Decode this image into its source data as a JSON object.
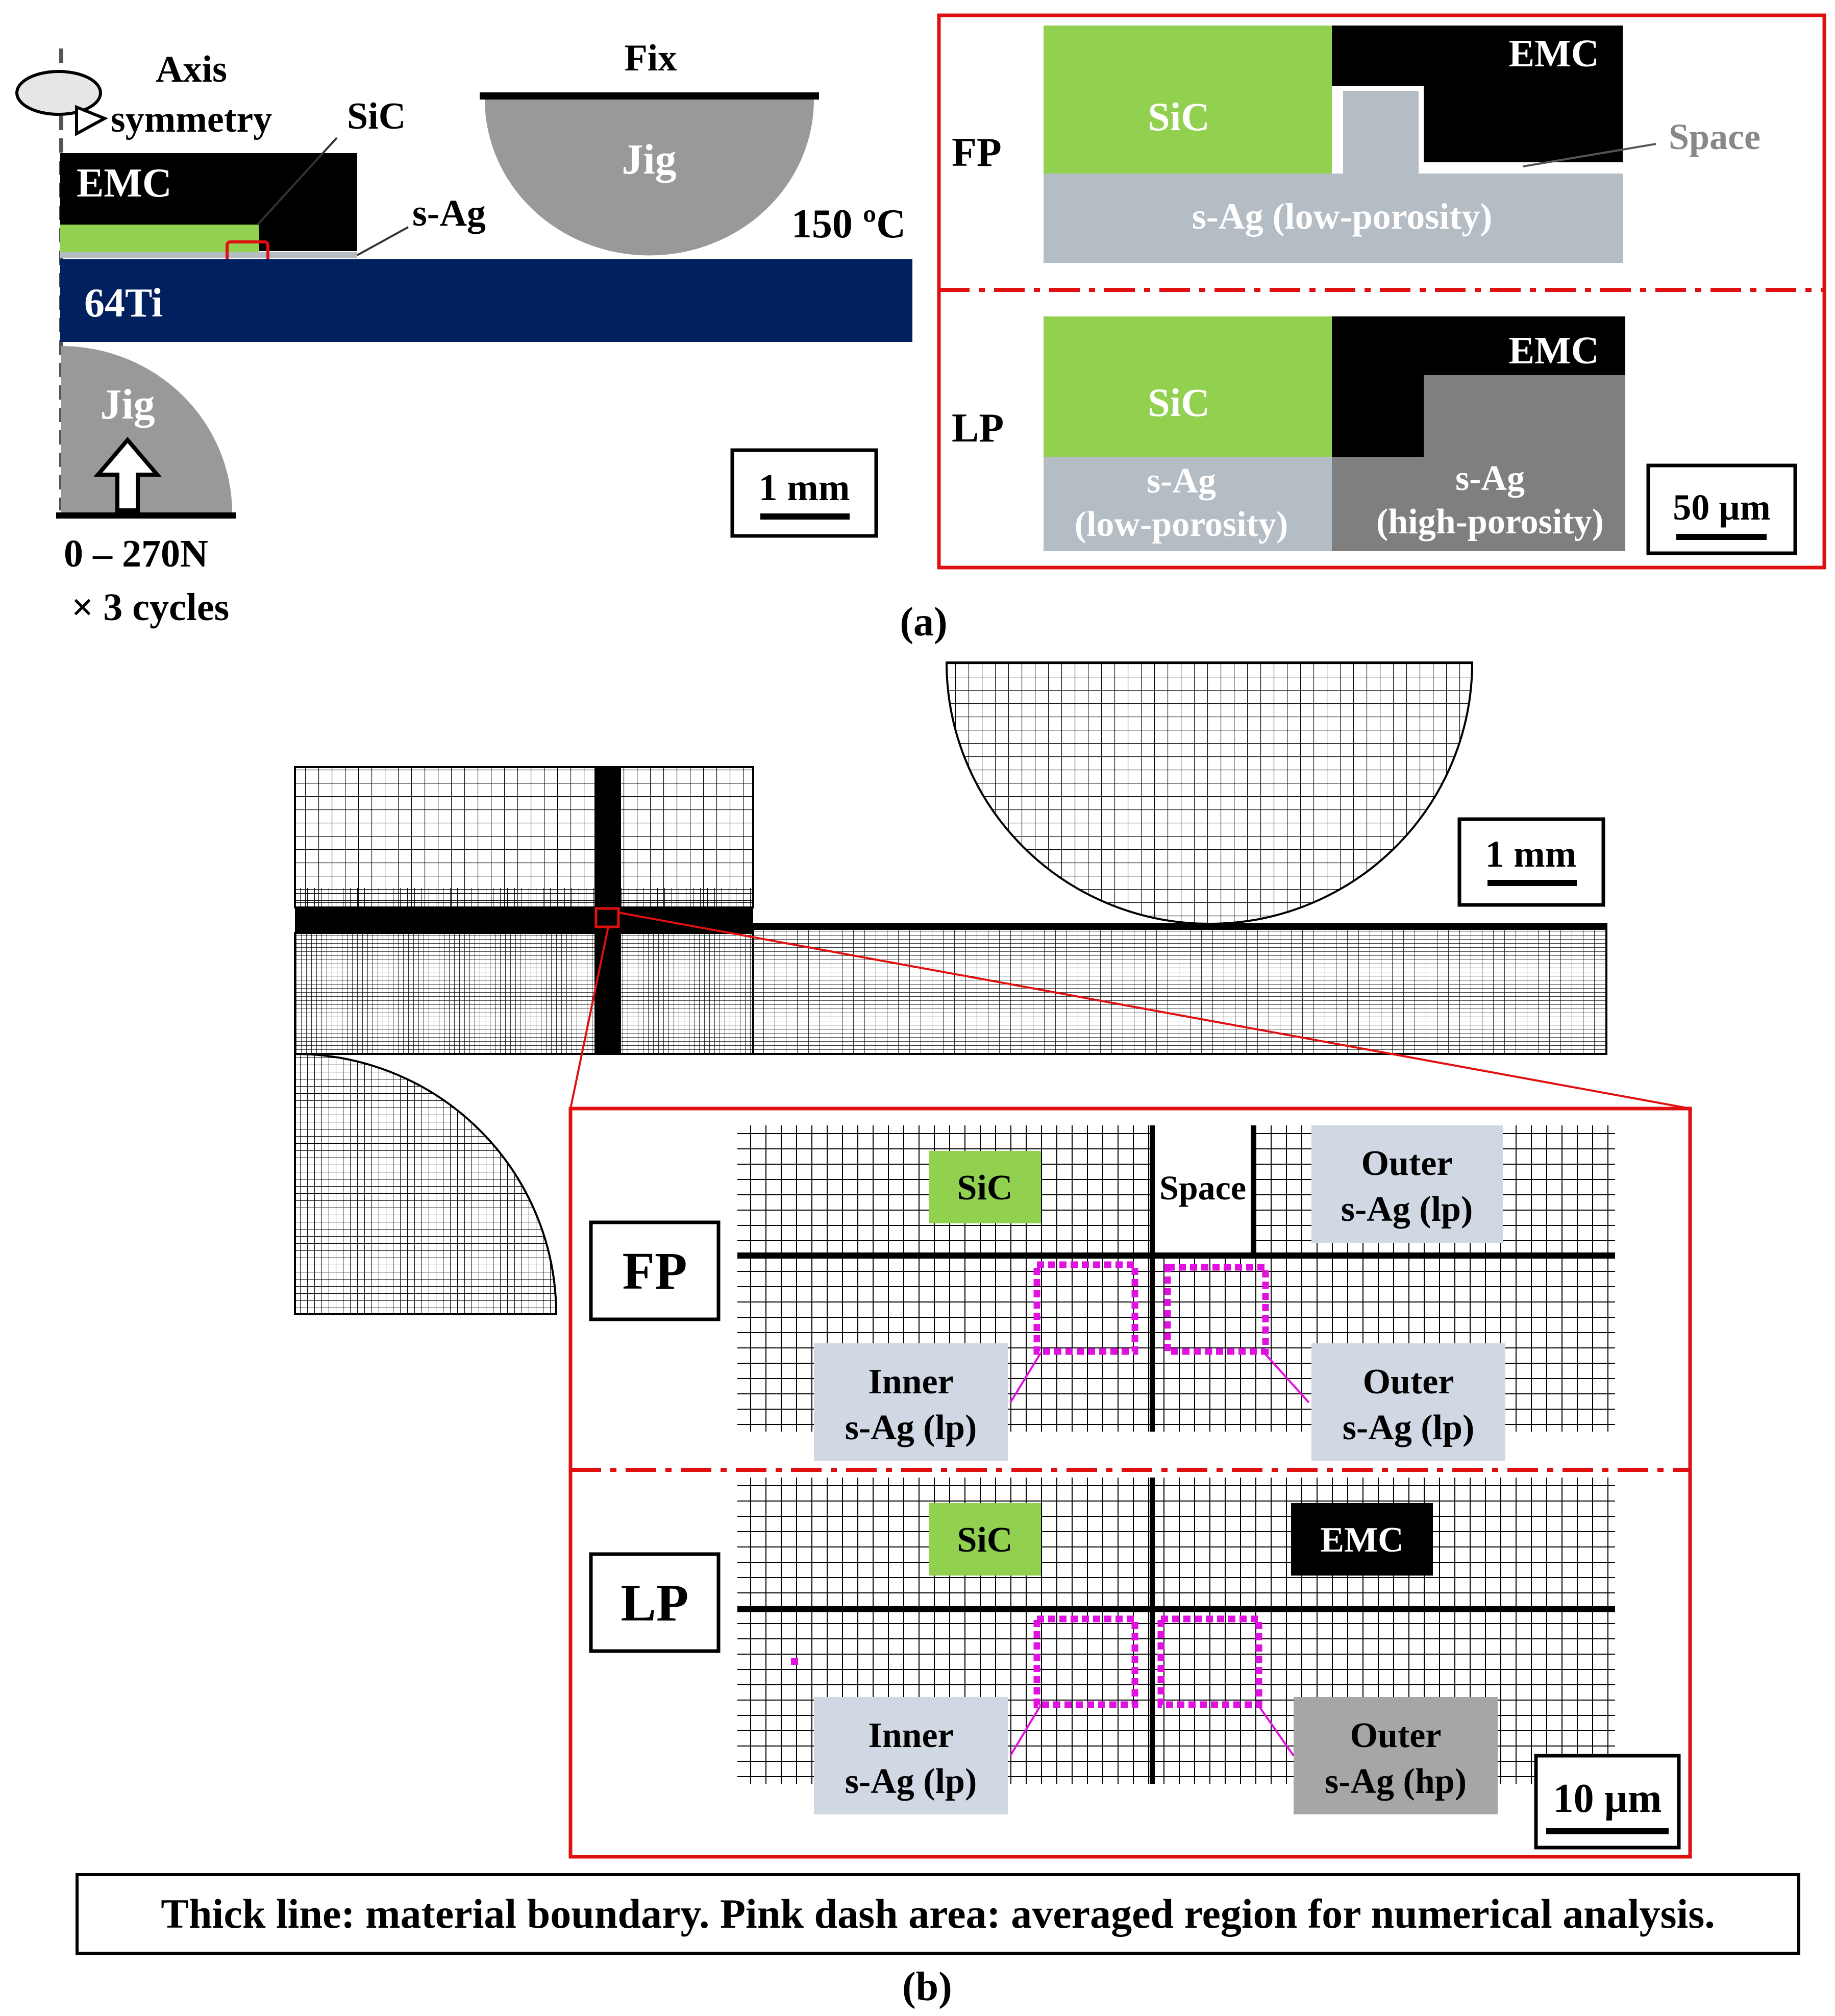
{
  "colors": {
    "emc": "#000000",
    "sic": "#92d050",
    "sag_lp": "#b4bcc4",
    "sag_hp": "#7f7f7f",
    "ti": "#002060",
    "jig": "#999999",
    "frame": "#e01010",
    "pink": "#e010e0",
    "label_sic": "#92d050",
    "label_lp": "#d0d8e4",
    "label_hp": "#a6a6a6"
  },
  "panel_a": {
    "axis_label_1": "Axis",
    "axis_label_2": "symmetry",
    "fix_label": "Fix",
    "jig_top_label": "Jig",
    "jig_bottom_label": "Jig",
    "emc_label": "EMC",
    "sic_callout": "SiC",
    "sag_callout": "s-Ag",
    "ti_label": "64Ti",
    "temperature": "150 ºC",
    "load_1": "0 – 270N",
    "load_2": "× 3 cycles",
    "scale_left": "1 mm",
    "fp": {
      "tag": "FP",
      "sic": "SiC",
      "emc": "EMC",
      "space": "Space",
      "sag": "s-Ag (low-porosity)"
    },
    "lp": {
      "tag": "LP",
      "sic": "SiC",
      "emc": "EMC",
      "sag_lp_1": "s-Ag",
      "sag_lp_2": "(low-porosity)",
      "sag_hp_1": "s-Ag",
      "sag_hp_2": "(high-porosity)"
    },
    "scale_right": "50 µm",
    "sublabel": "(a)"
  },
  "panel_b": {
    "scale_mesh": "1 mm",
    "fp": {
      "tag": "FP",
      "sic": "SiC",
      "space": "Space",
      "outer_top_1": "Outer",
      "outer_top_2": "s-Ag (lp)",
      "inner_1": "Inner",
      "inner_2": "s-Ag (lp)",
      "outer_bottom_1": "Outer",
      "outer_bottom_2": "s-Ag (lp)"
    },
    "lp": {
      "tag": "LP",
      "sic": "SiC",
      "emc": "EMC",
      "inner_1": "Inner",
      "inner_2": "s-Ag (lp)",
      "outer_1": "Outer",
      "outer_2": "s-Ag (hp)"
    },
    "scale_zoom": "10 µm",
    "caption": "Thick line: material boundary. Pink dash area: averaged region for numerical analysis.",
    "sublabel": "(b)"
  }
}
